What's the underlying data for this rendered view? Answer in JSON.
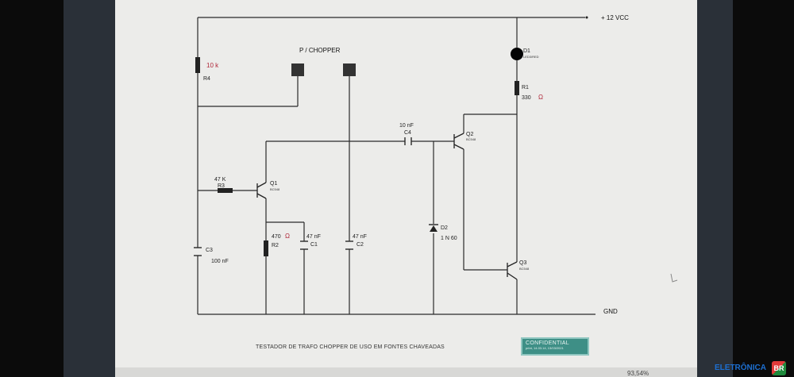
{
  "labels": {
    "vcc": "+ 12 VCC",
    "gnd": "GND",
    "p_chopper": "P / CHOPPER",
    "r4_value": "10 k",
    "r4_ref": "R4",
    "r1_ref": "R1",
    "r1_value": "330",
    "r1_unit": "Ω",
    "d1_ref": "D1",
    "d1_part": "LED3/RED",
    "c4_value": "10 nF",
    "c4_ref": "C4",
    "q2_ref": "Q2",
    "q2_part": "BC548",
    "r3_value": "47 K",
    "r3_ref": "R3",
    "q1_ref": "Q1",
    "q1_part": "BC548",
    "c3_ref": "C3",
    "c3_value": "100 nF",
    "r2_value": "470",
    "r2_unit": "Ω",
    "r2_ref": "R2",
    "c1_value": "47 nF",
    "c1_ref": "C1",
    "c2_value": "47 nF",
    "c2_ref": "C2",
    "d2_ref": "D2",
    "d2_value": "1 N 60",
    "q3_ref": "Q3",
    "q3_part": "BC548"
  },
  "caption": "TESTADOR DE TRAFO CHOPPER DE USO EM FONTES CHAVEADAS",
  "stamp": {
    "title": "CONFIDENTIAL",
    "line": "print, 14.03.14, 13/03/2021"
  },
  "player": {
    "zoom": "93,54%"
  },
  "watermark": {
    "text": "ELETRÔNICA",
    "badge": "BR"
  }
}
